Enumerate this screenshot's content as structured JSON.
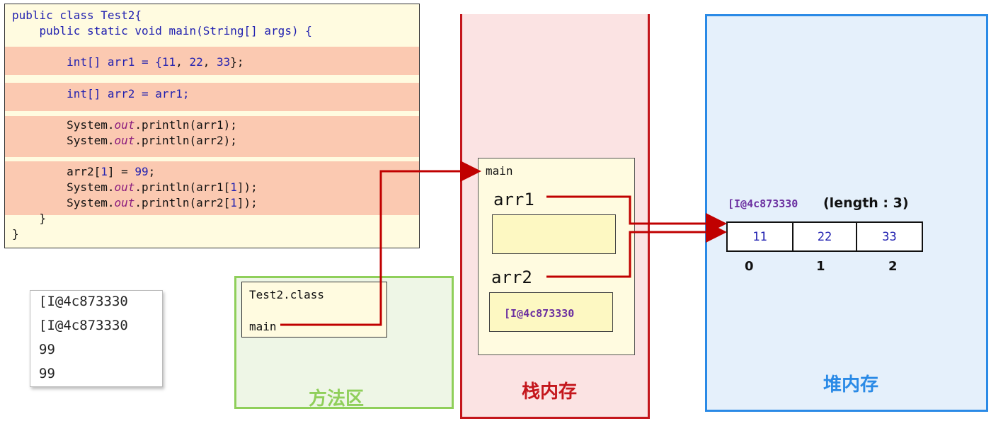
{
  "code": {
    "line1": "public class Test2{",
    "line2": "    public static void main(String[] args) {",
    "line3_pre": "        int[] arr1 = {",
    "line3_n1": "11",
    "line3_n2": "22",
    "line3_n3": "33",
    "line3_post": "};",
    "line4": "        int[] arr2 = arr1;",
    "line5_pre": "        System.",
    "line5_out": "out",
    "line5_post": ".println(arr1);",
    "line6_pre": "        System.",
    "line6_out": "out",
    "line6_post": ".println(arr2);",
    "line7_pre": "        arr2[",
    "line7_n": "1",
    "line7_mid": "] = ",
    "line7_v": "99",
    "line7_post": ";",
    "line8_pre": "        System.",
    "line8_out": "out",
    "line8_post": ".println(arr1[",
    "line8_n": "1",
    "line8_end": "]);",
    "line9_pre": "        System.",
    "line9_out": "out",
    "line9_post": ".println(arr2[",
    "line9_n": "1",
    "line9_end": "]);",
    "line10": "    }",
    "line11": "}"
  },
  "console": [
    "[I@4c873330",
    "[I@4c873330",
    "99",
    "99"
  ],
  "method_area": {
    "label": "方法区",
    "class_name": "Test2.class",
    "method": "main"
  },
  "stack": {
    "label": "栈内存",
    "frame": "main",
    "var1": "arr1",
    "var2": "arr2",
    "var2_value": "[I@4c873330"
  },
  "heap": {
    "label": "堆内存",
    "address": "[I@4c873330",
    "length_text": "(length : 3)",
    "values": [
      "11",
      "22",
      "33"
    ],
    "indices": [
      "0",
      "1",
      "2"
    ]
  },
  "colors": {
    "method_area_border": "#8fcf5a",
    "stack_border": "#c4161c",
    "heap_border": "#2a8ae6",
    "arrow": "#c00000",
    "highlight": "#fbc9b1"
  }
}
